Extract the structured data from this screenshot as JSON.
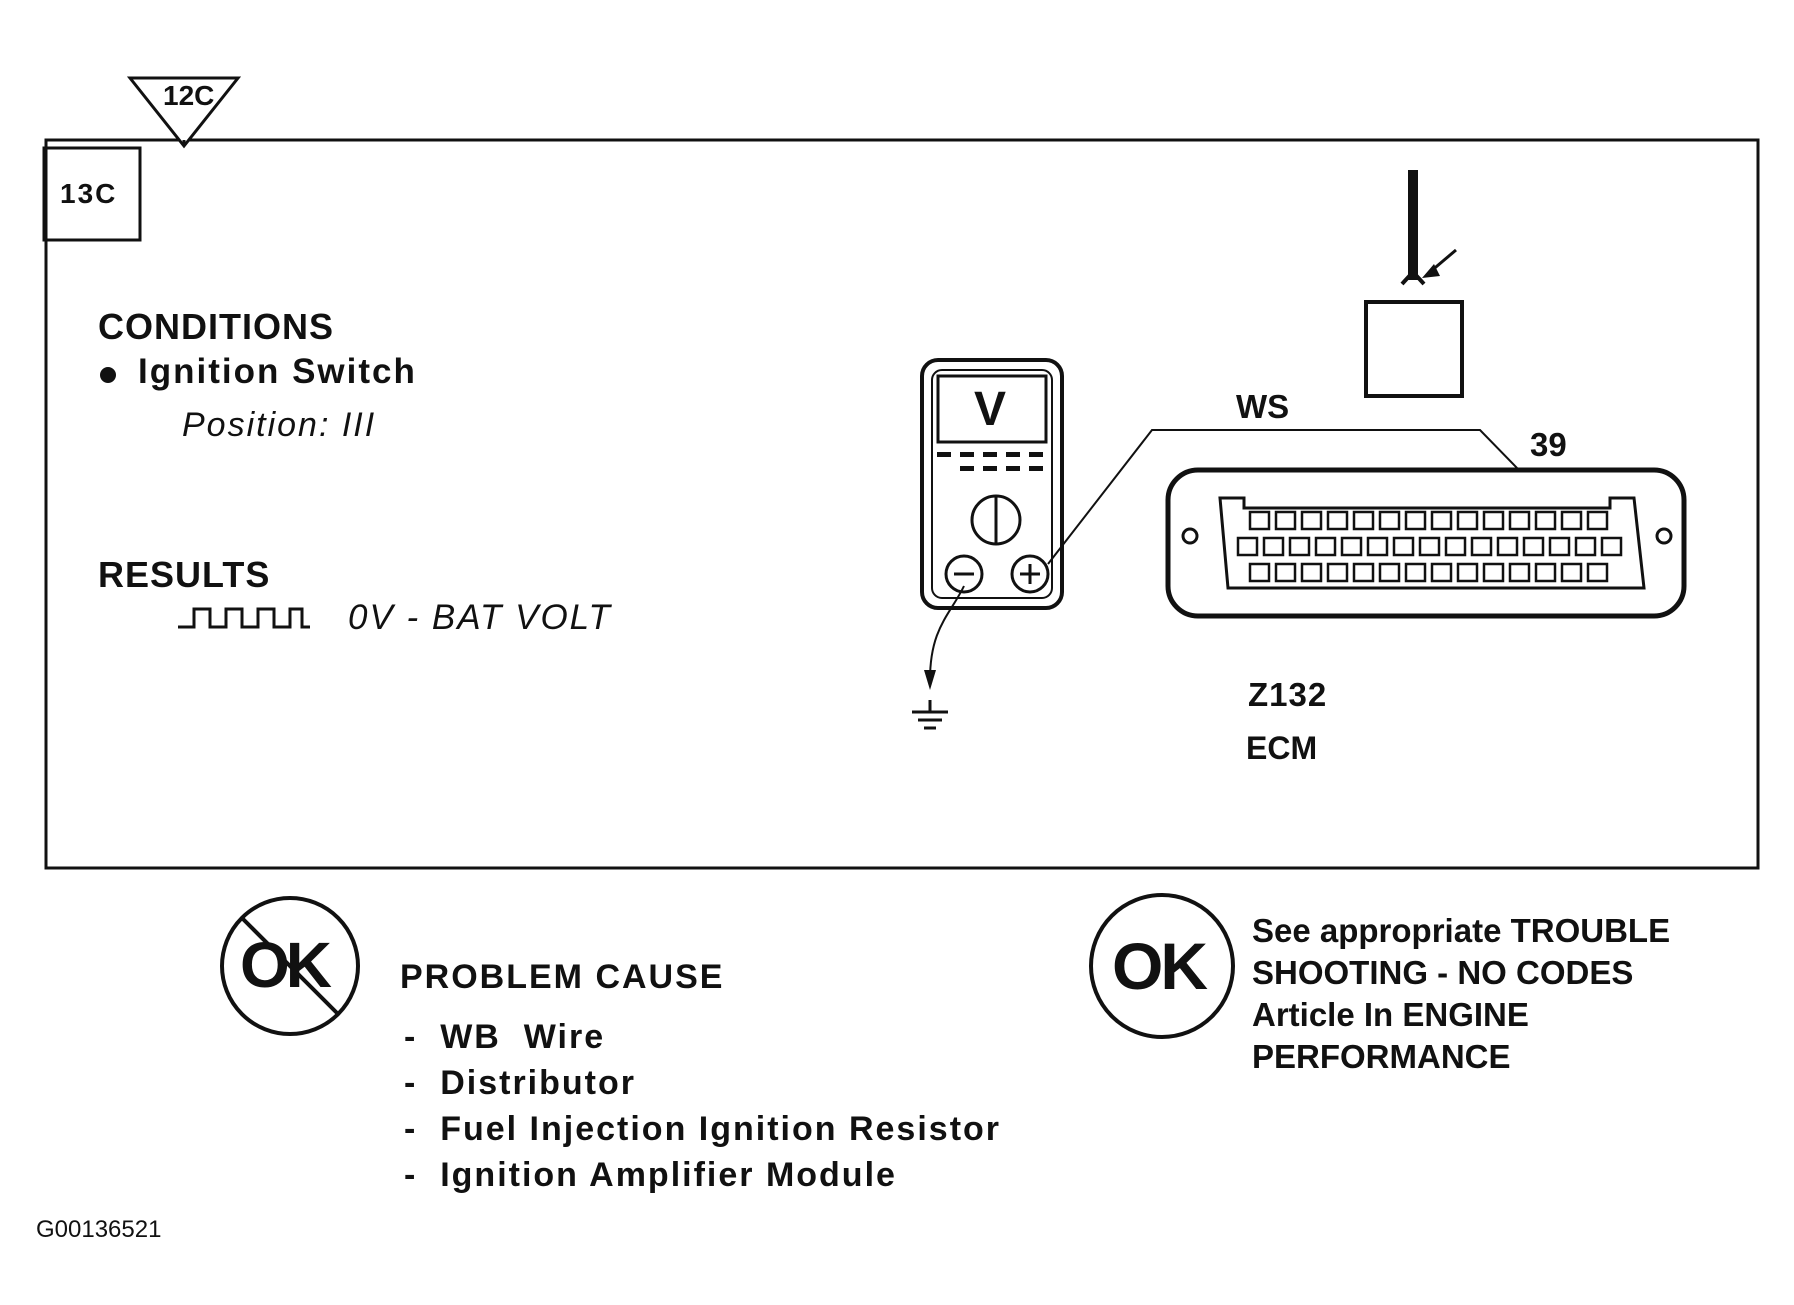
{
  "step": {
    "previous": "12C",
    "current": "13C"
  },
  "conditions": {
    "heading": "CONDITIONS",
    "item": "Ignition Switch",
    "position": "Position: III"
  },
  "results": {
    "heading": "RESULTS",
    "value": "0V - BAT VOLT"
  },
  "meter": {
    "display": "V"
  },
  "wire": {
    "color": "WS"
  },
  "connector": {
    "pin": "39",
    "id": "Z132",
    "name": "ECM"
  },
  "not_ok": {
    "symbol": "OK",
    "heading": "PROBLEM CAUSE",
    "causes": [
      "WB  Wire",
      "Distributor",
      "Fuel Injection Ignition Resistor",
      "Ignition Amplifier Module"
    ]
  },
  "ok": {
    "symbol": "OK",
    "lines": [
      "See appropriate TROUBLE",
      "SHOOTING - NO CODES",
      "Article In ENGINE",
      "PERFORMANCE"
    ]
  },
  "figure_id": "G00136521"
}
